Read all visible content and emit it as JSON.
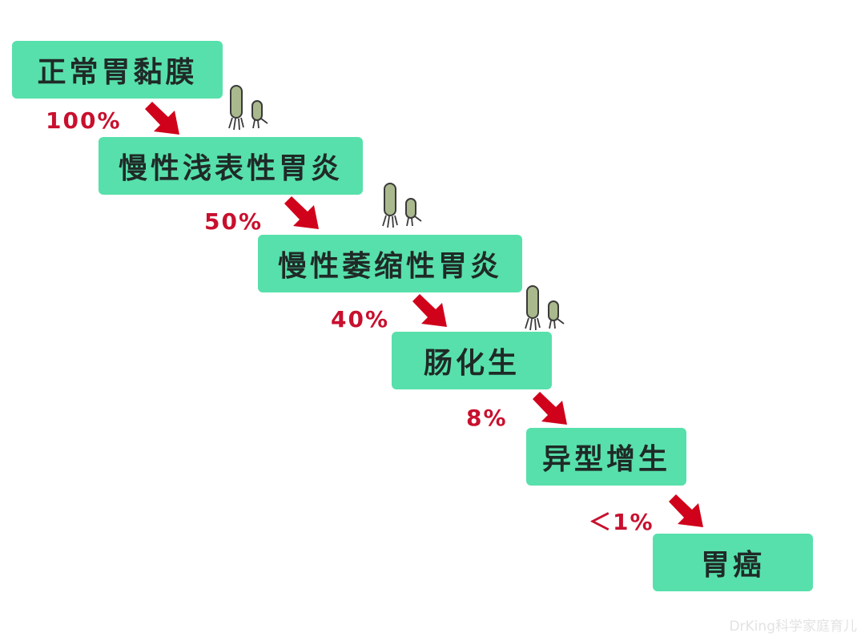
{
  "diagram": {
    "stages": [
      {
        "label": "正常胃黏膜"
      },
      {
        "label": "慢性浅表性胃炎"
      },
      {
        "label": "慢性萎缩性胃炎"
      },
      {
        "label": "肠化生"
      },
      {
        "label": "异型增生"
      },
      {
        "label": "胃癌"
      }
    ],
    "transitions": [
      {
        "percent": "100%"
      },
      {
        "percent": "50%"
      },
      {
        "percent": "40%"
      },
      {
        "percent": "8%"
      },
      {
        "percent": "＜1%"
      }
    ],
    "icons": {
      "arrow": "red-arrow-icon",
      "bacteria": "helicobacter-bacteria-icon"
    },
    "colors": {
      "stage_fill": "#57e0ab",
      "stage_text": "#1f2a27",
      "percent_text": "#c8102e",
      "arrow": "#d0021b",
      "bacteria_body": "#a9b98d"
    }
  },
  "watermark": "DrKing科学家庭育儿"
}
